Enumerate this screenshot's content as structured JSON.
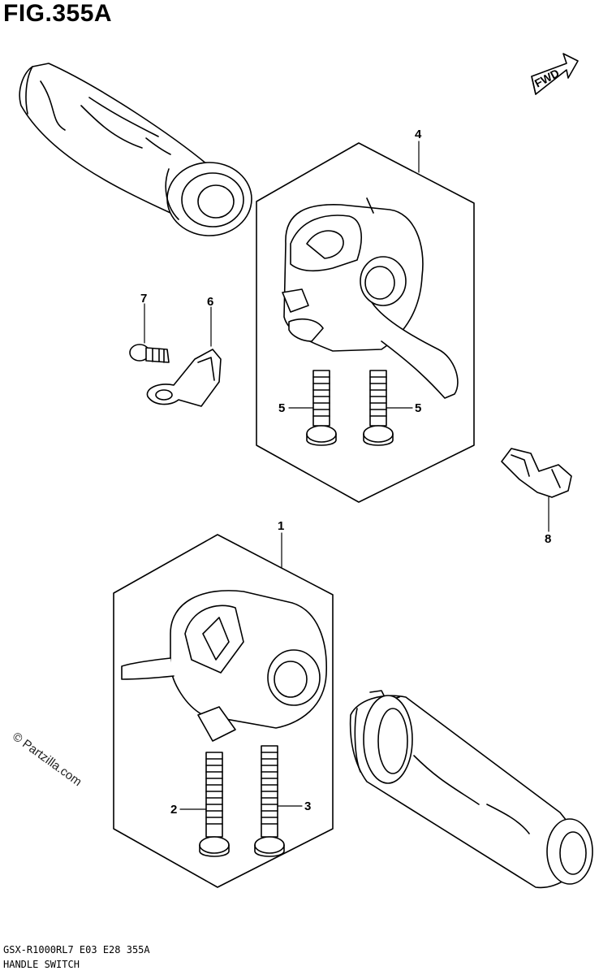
{
  "figure": {
    "title": "FIG.355A"
  },
  "direction_badge": "FWD",
  "callouts": [
    {
      "id": "c1",
      "label": "1"
    },
    {
      "id": "c2",
      "label": "2"
    },
    {
      "id": "c3",
      "label": "3"
    },
    {
      "id": "c4",
      "label": "4"
    },
    {
      "id": "c5a",
      "label": "5"
    },
    {
      "id": "c5b",
      "label": "5"
    },
    {
      "id": "c6",
      "label": "6"
    },
    {
      "id": "c7",
      "label": "7"
    },
    {
      "id": "c8",
      "label": "8"
    }
  ],
  "watermark": "© Partzilla.com",
  "footer": {
    "model_line": "GSX-R1000RL7  E03  E28  355A",
    "caption": "HANDLE SWITCH"
  }
}
